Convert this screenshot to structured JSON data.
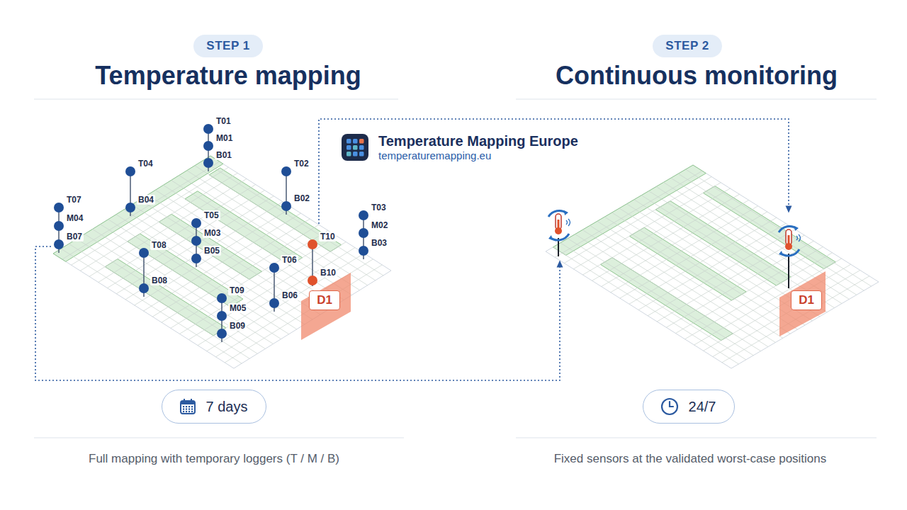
{
  "diagram": {
    "nodes": [
      {
        "text": [
          "STEP 1"
        ]
      },
      {
        "text": [
          "STEP 2"
        ]
      },
      {
        "text": [
          "Temperature Mapping Europe",
          "temperaturemapping.eu"
        ]
      },
      {
        "text": [
          "D1"
        ]
      },
      {
        "text": [
          "D1"
        ]
      },
      {
        "text": [
          "7 days"
        ]
      },
      {
        "text": [
          "24/7"
        ]
      }
    ],
    "labels": [
      "Temperature mapping",
      "Continuous monitoring",
      "T01",
      "M01",
      "B01",
      "T04",
      "B04",
      "T02",
      "B02",
      "T07",
      "M04",
      "B07",
      "T05",
      "M03",
      "B05",
      "T03",
      "M02",
      "B03",
      "T10",
      "B10",
      "T08",
      "B08",
      "T06",
      "B06",
      "T09",
      "M05",
      "B09",
      "Full mapping with temporary loggers (T / M / B)",
      "Fixed sensors at the validated worst-case positions"
    ]
  }
}
